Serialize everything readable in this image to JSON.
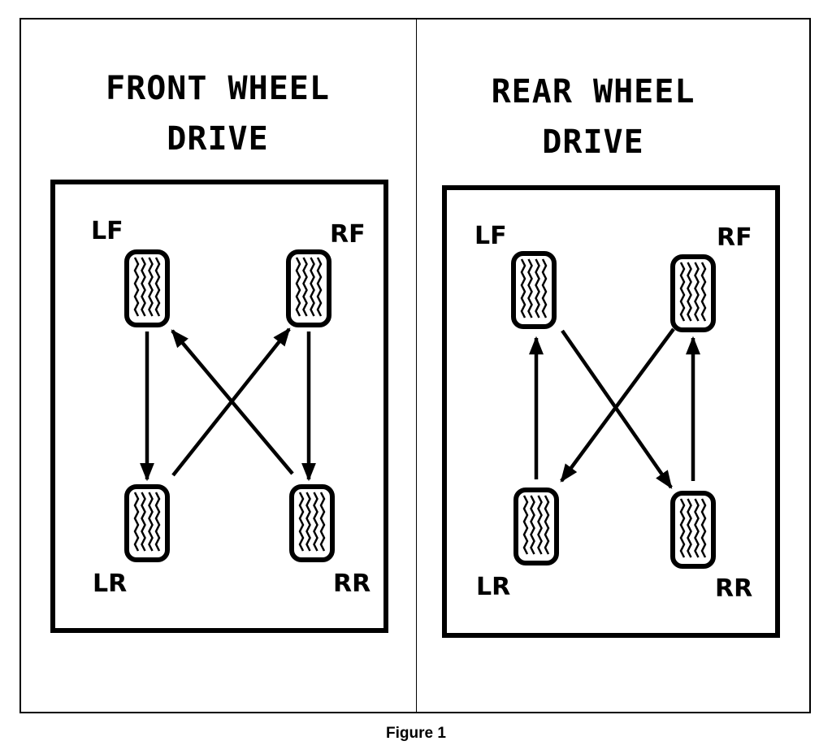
{
  "panels": [
    {
      "id": "front",
      "title": [
        "FRONT WHEEL",
        "DRIVE"
      ],
      "wheels": {
        "lf": "LF",
        "rf": "RF",
        "lr": "LR",
        "rr": "RR"
      },
      "moves": [
        {
          "from": "lf",
          "to": "lr"
        },
        {
          "from": "rf",
          "to": "rr"
        },
        {
          "from": "lr",
          "to": "rf"
        },
        {
          "from": "rr",
          "to": "lf"
        }
      ]
    },
    {
      "id": "rear",
      "title": [
        "REAR WHEEL",
        "DRIVE"
      ],
      "wheels": {
        "lf": "LF",
        "rf": "RF",
        "lr": "LR",
        "rr": "RR"
      },
      "moves": [
        {
          "from": "lr",
          "to": "lf"
        },
        {
          "from": "rr",
          "to": "rf"
        },
        {
          "from": "lf",
          "to": "rr"
        },
        {
          "from": "rf",
          "to": "lr"
        }
      ]
    }
  ],
  "caption": "Figure 1"
}
